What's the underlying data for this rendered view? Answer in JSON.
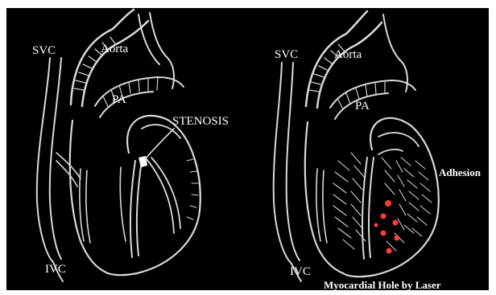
{
  "left_panel": {
    "labels": {
      "svc": "SVC",
      "aorta": "Aorta",
      "pa": "PA",
      "stenosis": "STENOSIS",
      "ivc": "IVC"
    }
  },
  "right_panel": {
    "labels": {
      "svc": "SVC",
      "aorta": "Aorta",
      "pa": "PA",
      "adhesion": "Adhesion",
      "ivc": "IVC",
      "caption": "Myocardial Hole by Laser"
    },
    "laser_hole_count": 7
  },
  "colors": {
    "background": "#000000",
    "outline": "#d9d9d9",
    "stenosis_mark": "#ffffff",
    "laser_hole": "#ff3b3b"
  }
}
